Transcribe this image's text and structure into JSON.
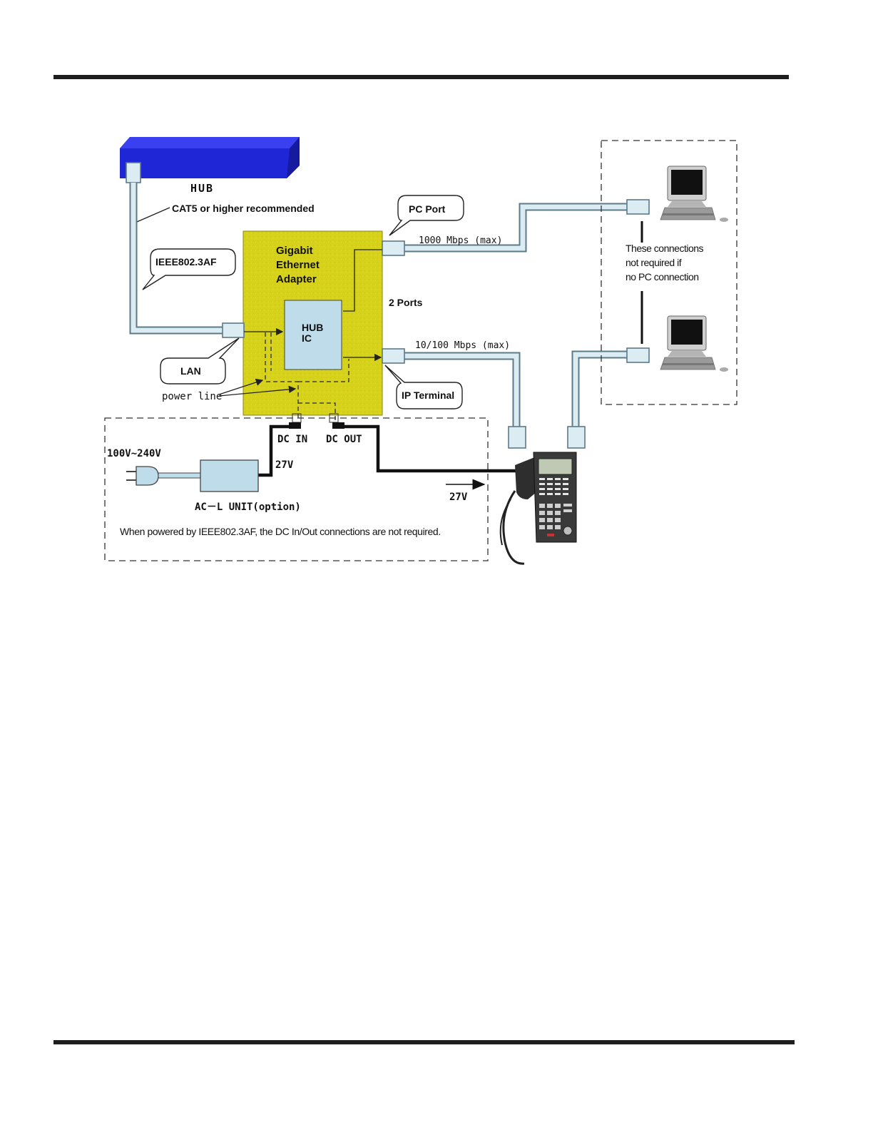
{
  "labels": {
    "hub": "HUB",
    "cat5": "CAT5 or higher recommended",
    "ieee_callout": "IEEE802.3AF",
    "adapter_title": [
      "Gigabit",
      "Ethernet",
      "Adapter"
    ],
    "hub_ic": [
      "HUB",
      "IC"
    ],
    "pc_port": "PC Port",
    "speed_pc": "1000 Mbps (max)",
    "two_ports": "2 Ports",
    "speed_ip": "10/100 Mbps (max)",
    "lan": "LAN",
    "ip_terminal": "IP Terminal",
    "power_line": "power line",
    "dc_in": "DC IN",
    "dc_out": "DC OUT",
    "voltage_in": "100V~240V",
    "volt_27_a": "27V",
    "volt_27_b": "27V",
    "ac_unit": "AC－L UNIT(option)",
    "note": "When powered by IEEE802.3AF, the DC In/Out connections are not required.",
    "pc_note": [
      "These connections",
      "not required if",
      "no PC connection"
    ]
  },
  "colors": {
    "hub_device": "#1f26d6",
    "adapter_fill": "#d6d21c",
    "cable_outline": "#5c7a88",
    "cable_fill": "#dcecf3",
    "ac_unit_fill": "#bfdcea",
    "rule": "#1e1e1e"
  }
}
